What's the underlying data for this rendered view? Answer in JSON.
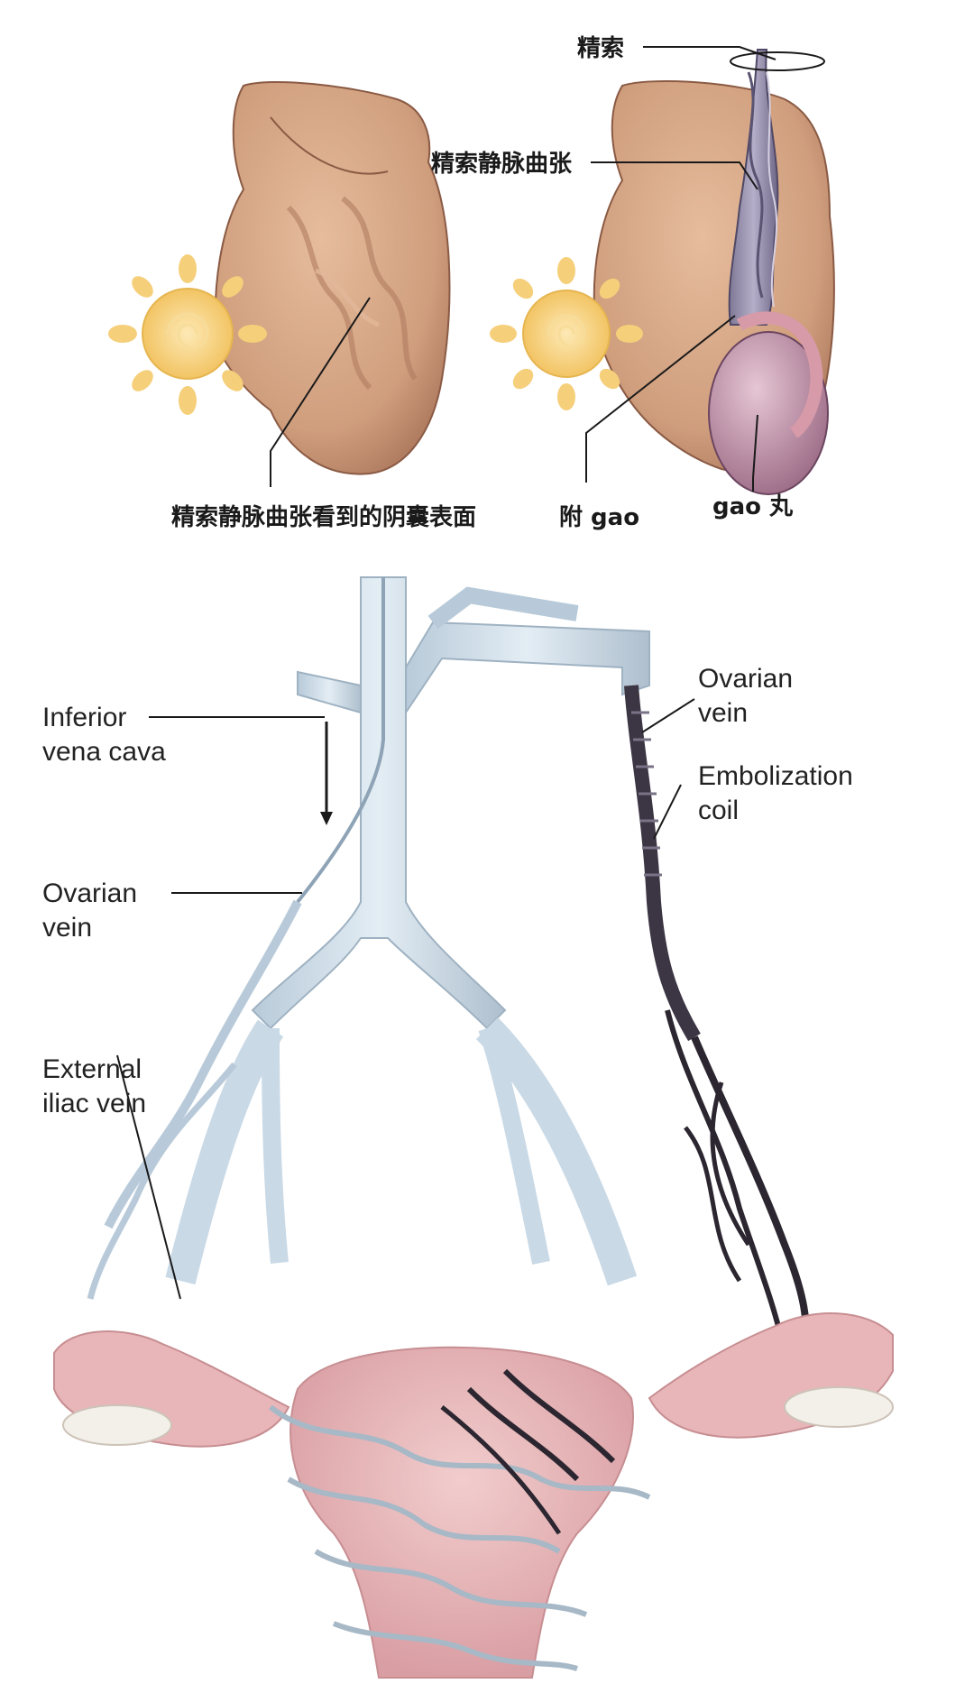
{
  "top_panel": {
    "labels": {
      "spermatic_cord": "精索",
      "varicocele": "精索静脉曲张",
      "scrotal_surface": "精索静脉曲张看到的阴囊表面",
      "epididymis": "附 gao",
      "testis": "gao 丸"
    }
  },
  "bottom_panel": {
    "labels": {
      "ivc_line1": "Inferior",
      "ivc_line2": "vena cava",
      "ovarian_left_line1": "Ovarian",
      "ovarian_left_line2": "vein",
      "ext_iliac_line1": "External",
      "ext_iliac_line2": "iliac vein",
      "ovarian_right_line1": "Ovarian",
      "ovarian_right_line2": "vein",
      "coil_line1": "Embolization",
      "coil_line2": "coil"
    }
  },
  "colors": {
    "skin": "#cf9e7d",
    "skin_dark": "#a9745a",
    "sun": "#f5cf7a",
    "vein_blue": "#c9d9e6",
    "vein_dark": "#2b2630",
    "uterus_pink": "#e8b6b8",
    "testis_mauve": "#b98aa3"
  }
}
